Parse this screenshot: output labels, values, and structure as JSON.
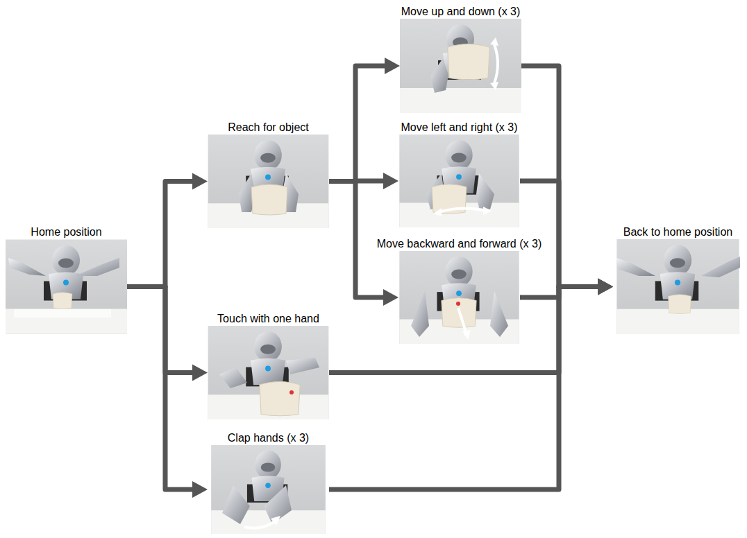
{
  "diagram": {
    "nodes": [
      {
        "text": [
          "Home position"
        ]
      },
      {
        "text": [
          "Reach for object"
        ]
      },
      {
        "text": [
          "Move up and down (x 3)"
        ]
      },
      {
        "text": [
          "Move left and right (x 3)"
        ]
      },
      {
        "text": [
          "Move backward and forward (x 3)"
        ]
      },
      {
        "text": [
          "Touch with one hand"
        ]
      },
      {
        "text": [
          "Clap hands (x 3)"
        ]
      },
      {
        "text": [
          "Back to home position"
        ]
      }
    ],
    "edges": [
      {
        "from": 0,
        "to": 1,
        "arrow": "to"
      },
      {
        "from": 0,
        "to": 5,
        "arrow": "to"
      },
      {
        "from": 0,
        "to": 6,
        "arrow": "to"
      },
      {
        "from": 1,
        "to": 2,
        "arrow": "to"
      },
      {
        "from": 1,
        "to": 3,
        "arrow": "to"
      },
      {
        "from": 1,
        "to": 4,
        "arrow": "to"
      },
      {
        "from": 2,
        "to": 7,
        "arrow": "to"
      },
      {
        "from": 3,
        "to": 7,
        "arrow": "to"
      },
      {
        "from": 4,
        "to": 7,
        "arrow": "to"
      },
      {
        "from": 5,
        "to": 7,
        "arrow": "to"
      },
      {
        "from": 6,
        "to": 7,
        "arrow": "to"
      }
    ]
  }
}
